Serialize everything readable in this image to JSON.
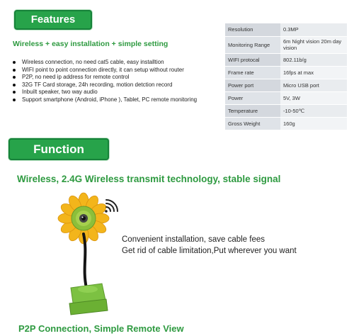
{
  "features": {
    "title": "Features",
    "subtitle": "Wireless + easy installation + simple setting",
    "items": [
      "Wireless connection, no need cat5 cable, easy installtion",
      "WIFI point to point connection directly, it can setup without router",
      "P2P, no need ip address for remote control",
      "32G TF Card storage, 24h recording, motion detction record",
      "Inbuilt speaker, two way audio",
      "Support smartphone (Android, iPhone ), Tablet, PC remote monitoring"
    ]
  },
  "specs": [
    {
      "key": "Resolution",
      "value": "0.3MP"
    },
    {
      "key": "Monitoring Range",
      "value": "6m Night vision 20m day vision"
    },
    {
      "key": "WIFI protocal",
      "value": "802.11b/g"
    },
    {
      "key": "Frame rate",
      "value": "16fps at max"
    },
    {
      "key": "Power port",
      "value": "Micro USB port"
    },
    {
      "key": "Power",
      "value": "5V, 3W"
    },
    {
      "key": "Temperature",
      "value": "-10-50℃"
    },
    {
      "key": "Gross Weight",
      "value": "160g"
    }
  ],
  "function": {
    "title": "Function",
    "headline": "Wireless, 2.4G Wireless transmit technology, stable signal",
    "benefit_1": "Convenient installation, save cable fees",
    "benefit_2": "Get rid of cable limitation,Put wherever you want",
    "bottom_heading": "P2P Connection, Simple Remote View"
  },
  "colors": {
    "banner_green": "#27a34a",
    "heading_green": "#2e9a40",
    "petal_yellow": "#f3b51b",
    "camera_green": "#7cc142"
  }
}
